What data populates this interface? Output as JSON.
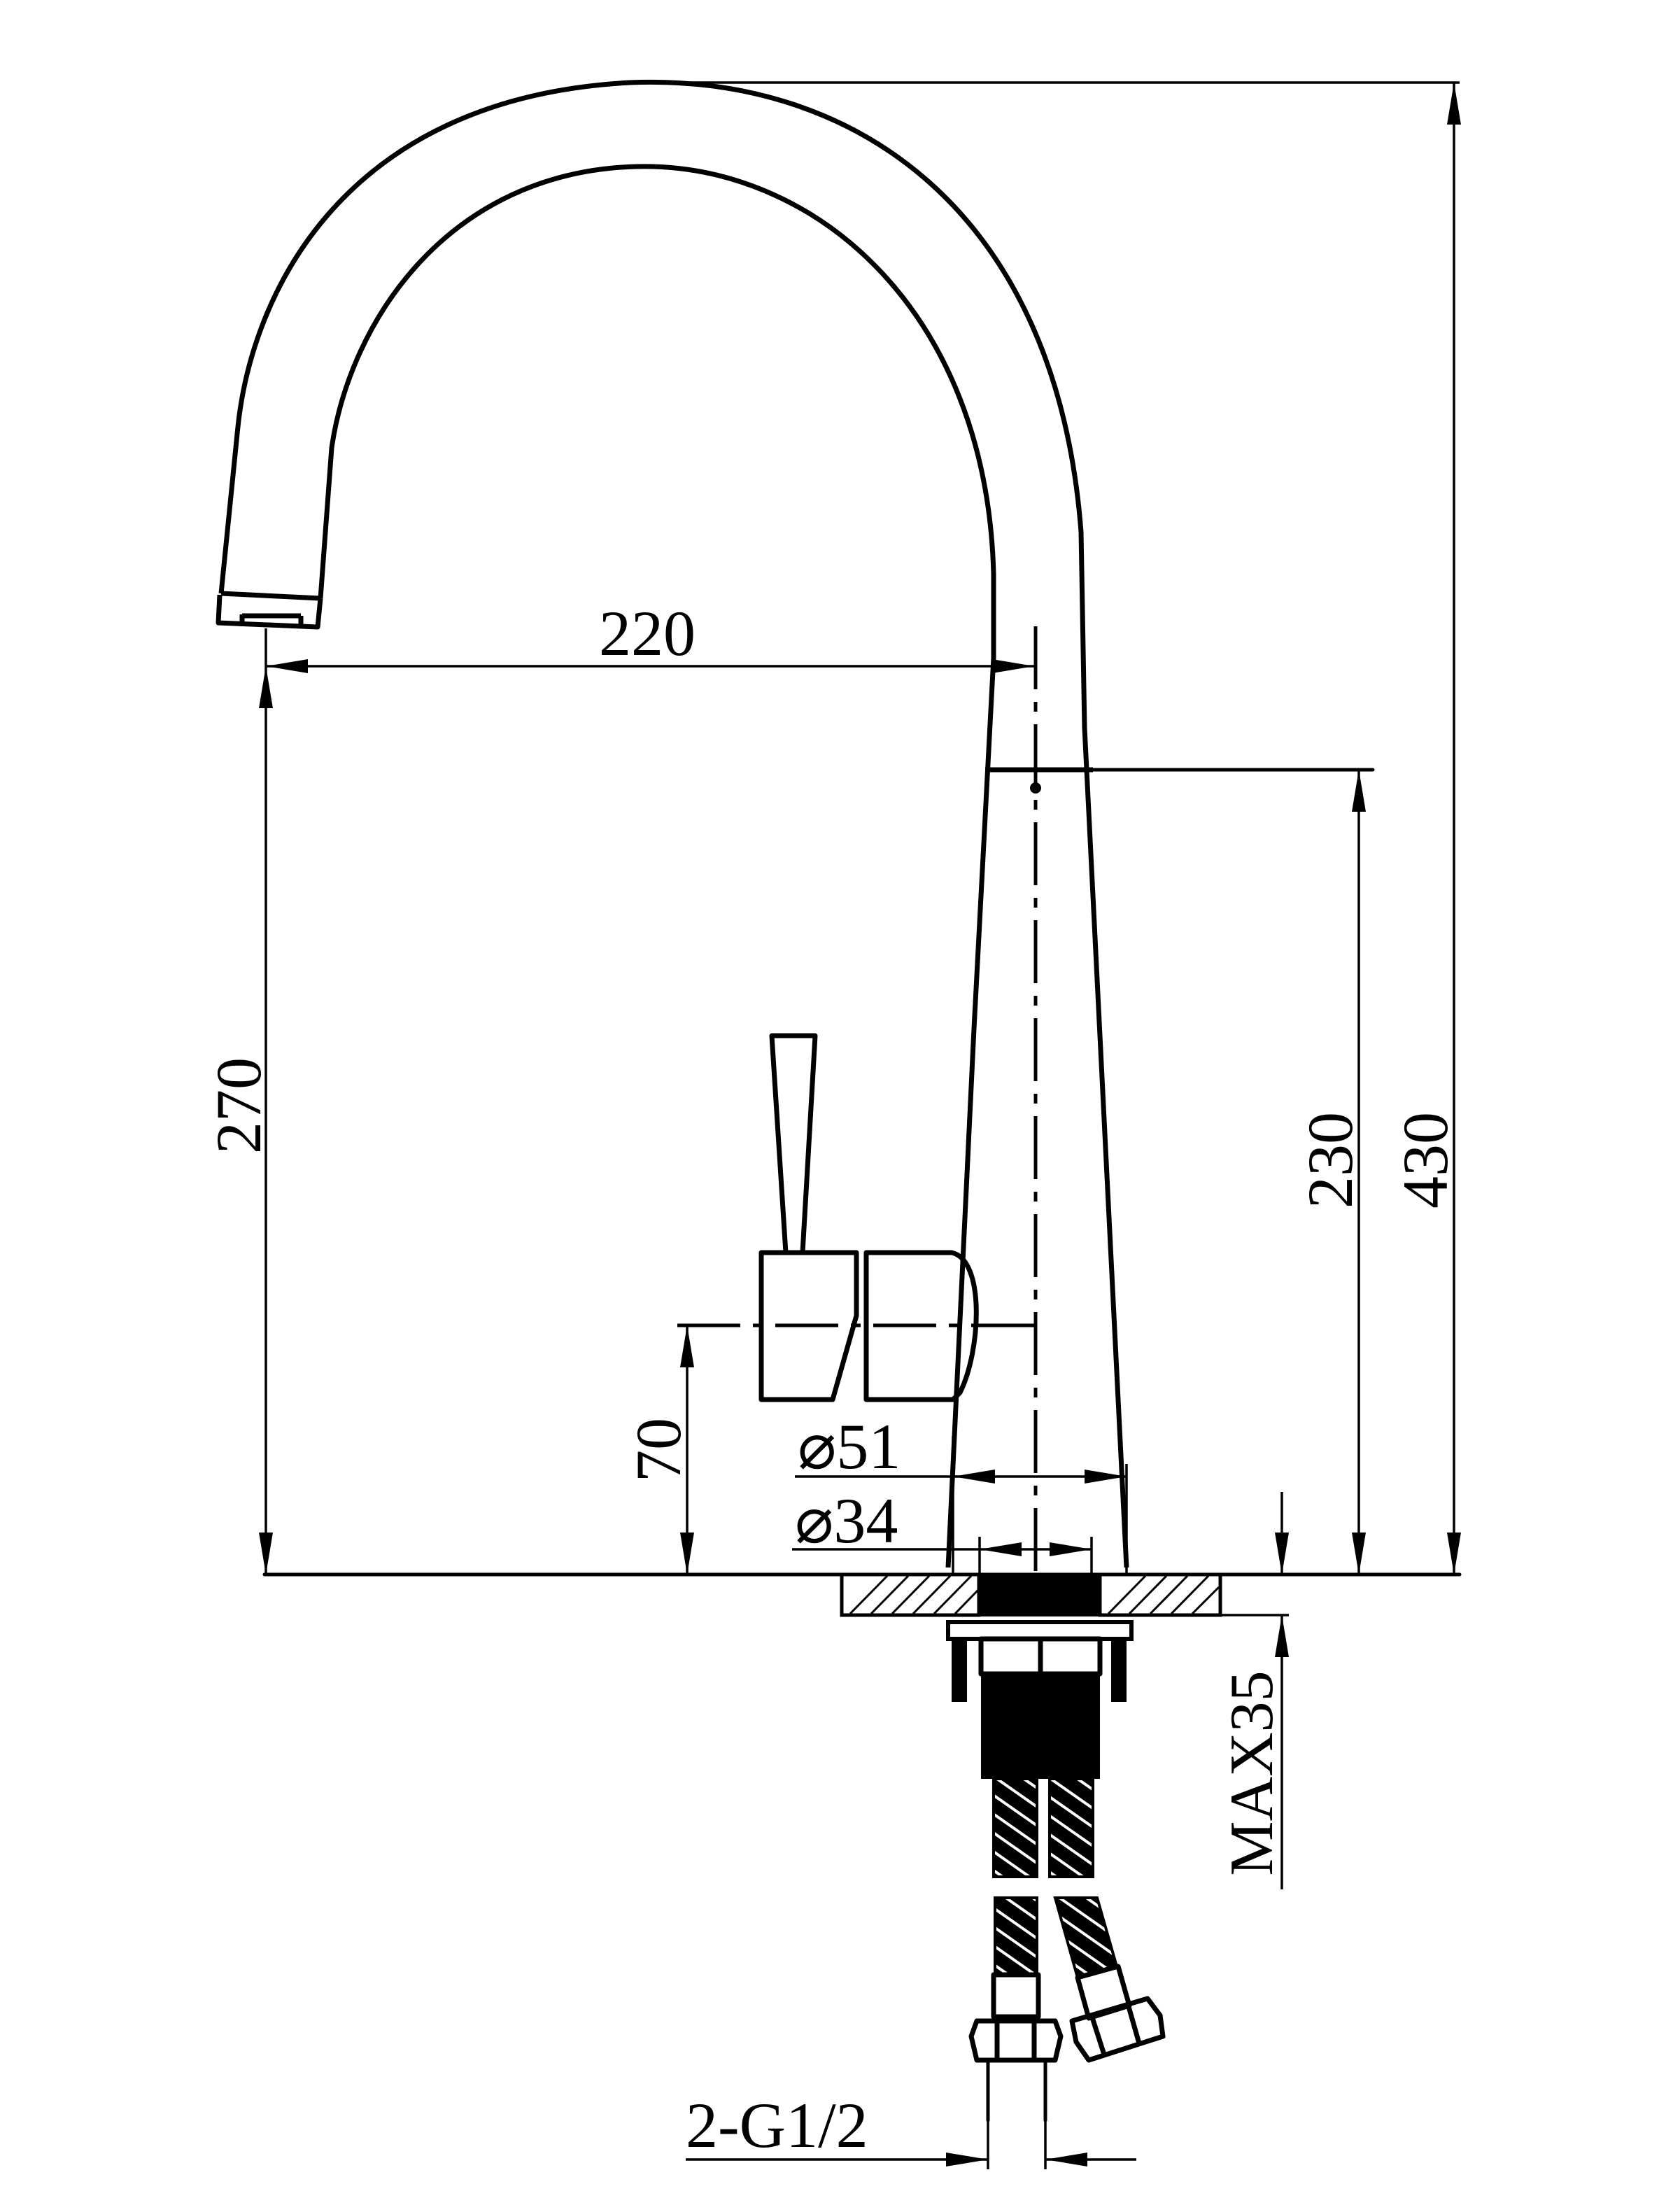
{
  "dimensions": {
    "spout_reach": "220",
    "spout_height": "270",
    "body_height": "230",
    "total_height": "430",
    "handle_height": "70",
    "base_diameter": "⌀51",
    "inner_diameter": "⌀34",
    "max_mounting_thickness": "MAX35",
    "connection_thread": "2-G1/2"
  }
}
